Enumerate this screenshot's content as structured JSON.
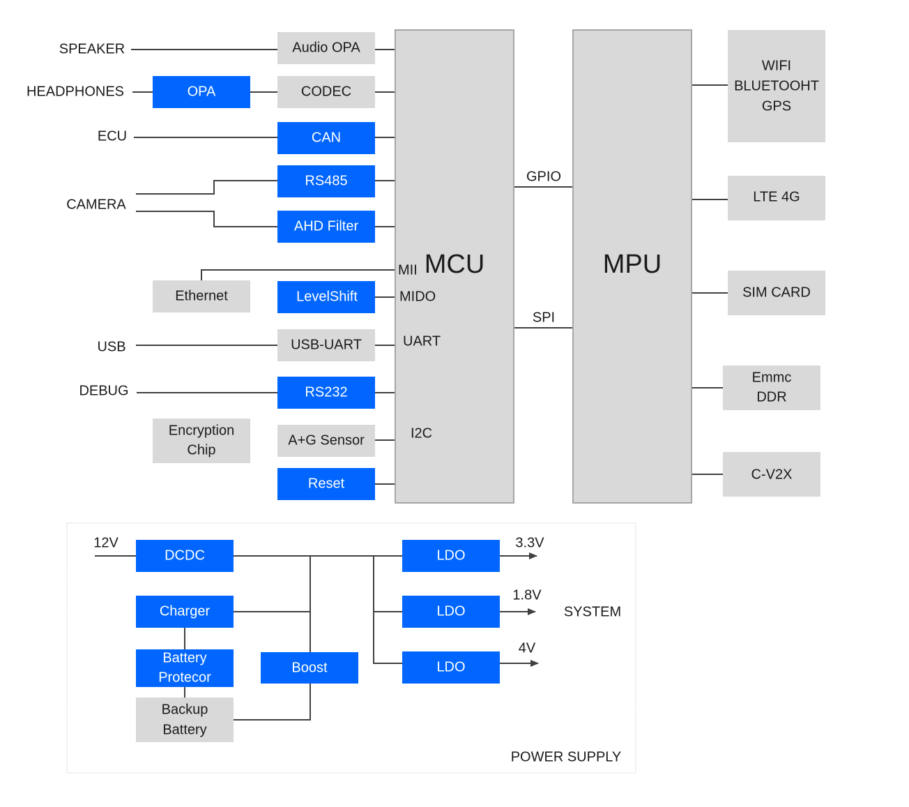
{
  "colors": {
    "blue": "#0066ff",
    "gray": "#d9d9d9",
    "gray_border": "#bfbfbf",
    "line": "#404040",
    "text": "#1a1a1a",
    "box_text_on_blue": "#ffffff"
  },
  "external": {
    "speaker": "SPEAKER",
    "headphones": "HEADPHONES",
    "ecu": "ECU",
    "camera": "CAMERA",
    "usb": "USB",
    "debug": "DEBUG"
  },
  "blocks": {
    "audio_opa": "Audio OPA",
    "opa": "OPA",
    "codec": "CODEC",
    "can": "CAN",
    "rs485": "RS485",
    "ahd_filter": "AHD Filter",
    "ethernet": "Ethernet",
    "levelshift": "LevelShift",
    "usb_uart": "USB-UART",
    "rs232": "RS232",
    "encryption_chip": [
      "Encryption",
      "Chip"
    ],
    "ag_sensor": "A+G Sensor",
    "reset": "Reset",
    "mcu": "MCU",
    "mpu": "MPU",
    "wifi_bt_gps": [
      "WIFI",
      "BLUETOOHT",
      "GPS"
    ],
    "lte_4g": "LTE 4G",
    "sim_card": "SIM CARD",
    "emmc_ddr": [
      "Emmc",
      "DDR"
    ],
    "c_v2x": "C-V2X"
  },
  "mcu_pins": {
    "mii": "MII",
    "mido": "MIDO",
    "uart": "UART",
    "i2c": "I2C"
  },
  "bus": {
    "gpio": "GPIO",
    "spi": "SPI"
  },
  "power": {
    "input_12v": "12V",
    "dcdc": "DCDC",
    "charger": "Charger",
    "battery_protector": [
      "Battery",
      "Protecor"
    ],
    "backup_battery": [
      "Backup",
      "Battery"
    ],
    "boost": "Boost",
    "ldo_1": "LDO",
    "ldo_2": "LDO",
    "ldo_3": "LDO",
    "out_3v3": "3.3V",
    "out_1v8": "1.8V",
    "out_4v": "4V",
    "system": "SYSTEM",
    "section_label": "POWER SUPPLY"
  }
}
